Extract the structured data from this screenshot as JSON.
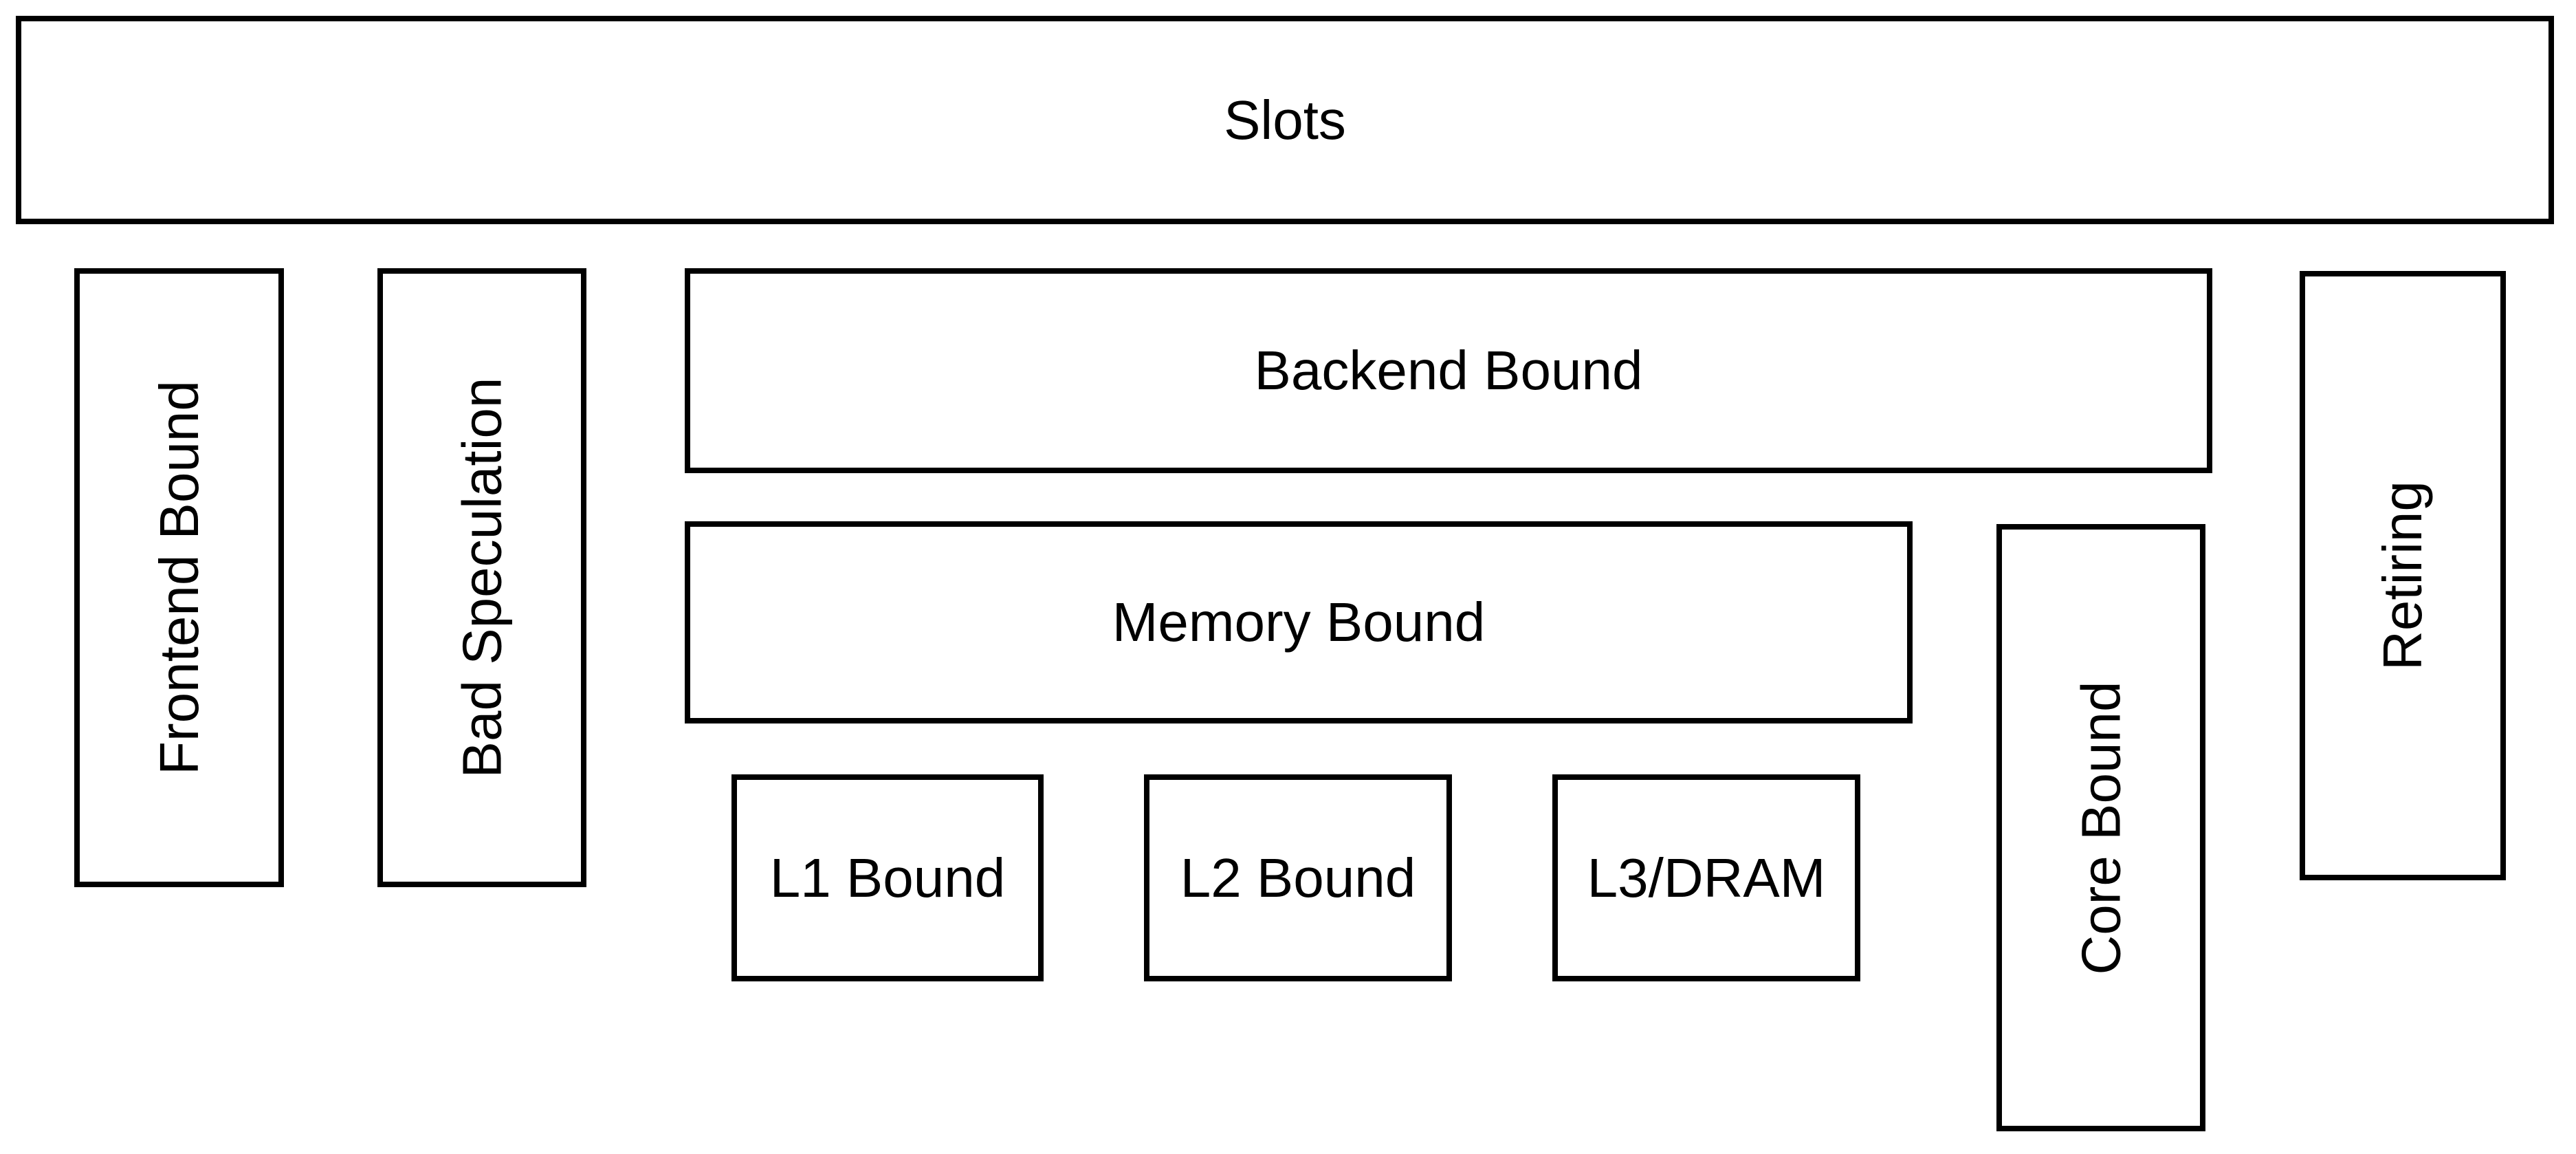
{
  "diagram": {
    "type": "hierarchy-block-diagram",
    "topic": "Top-Down CPU pipeline slot breakdown",
    "colors": {
      "background": "#ffffff",
      "box_fill": "#ffffff",
      "border": "#000000",
      "text": "#000000"
    },
    "nodes": [
      {
        "id": "slots",
        "label": "Slots",
        "orientation": "horizontal",
        "level": 1
      },
      {
        "id": "frontend-bound",
        "label": "Frontend Bound",
        "orientation": "vertical",
        "level": 2
      },
      {
        "id": "bad-speculation",
        "label": "Bad Speculation",
        "orientation": "vertical",
        "level": 2
      },
      {
        "id": "backend-bound",
        "label": "Backend Bound",
        "orientation": "horizontal",
        "level": 2
      },
      {
        "id": "memory-bound",
        "label": "Memory Bound",
        "orientation": "horizontal",
        "level": 3
      },
      {
        "id": "l1-bound",
        "label": "L1 Bound",
        "orientation": "horizontal",
        "level": 4
      },
      {
        "id": "l2-bound",
        "label": "L2 Bound",
        "orientation": "horizontal",
        "level": 4
      },
      {
        "id": "l3-dram",
        "label": "L3/DRAM",
        "orientation": "horizontal",
        "level": 4
      },
      {
        "id": "core-bound",
        "label": "Core Bound",
        "orientation": "vertical",
        "level": 3
      },
      {
        "id": "retiring",
        "label": "Retiring",
        "orientation": "vertical",
        "level": 2
      }
    ]
  }
}
